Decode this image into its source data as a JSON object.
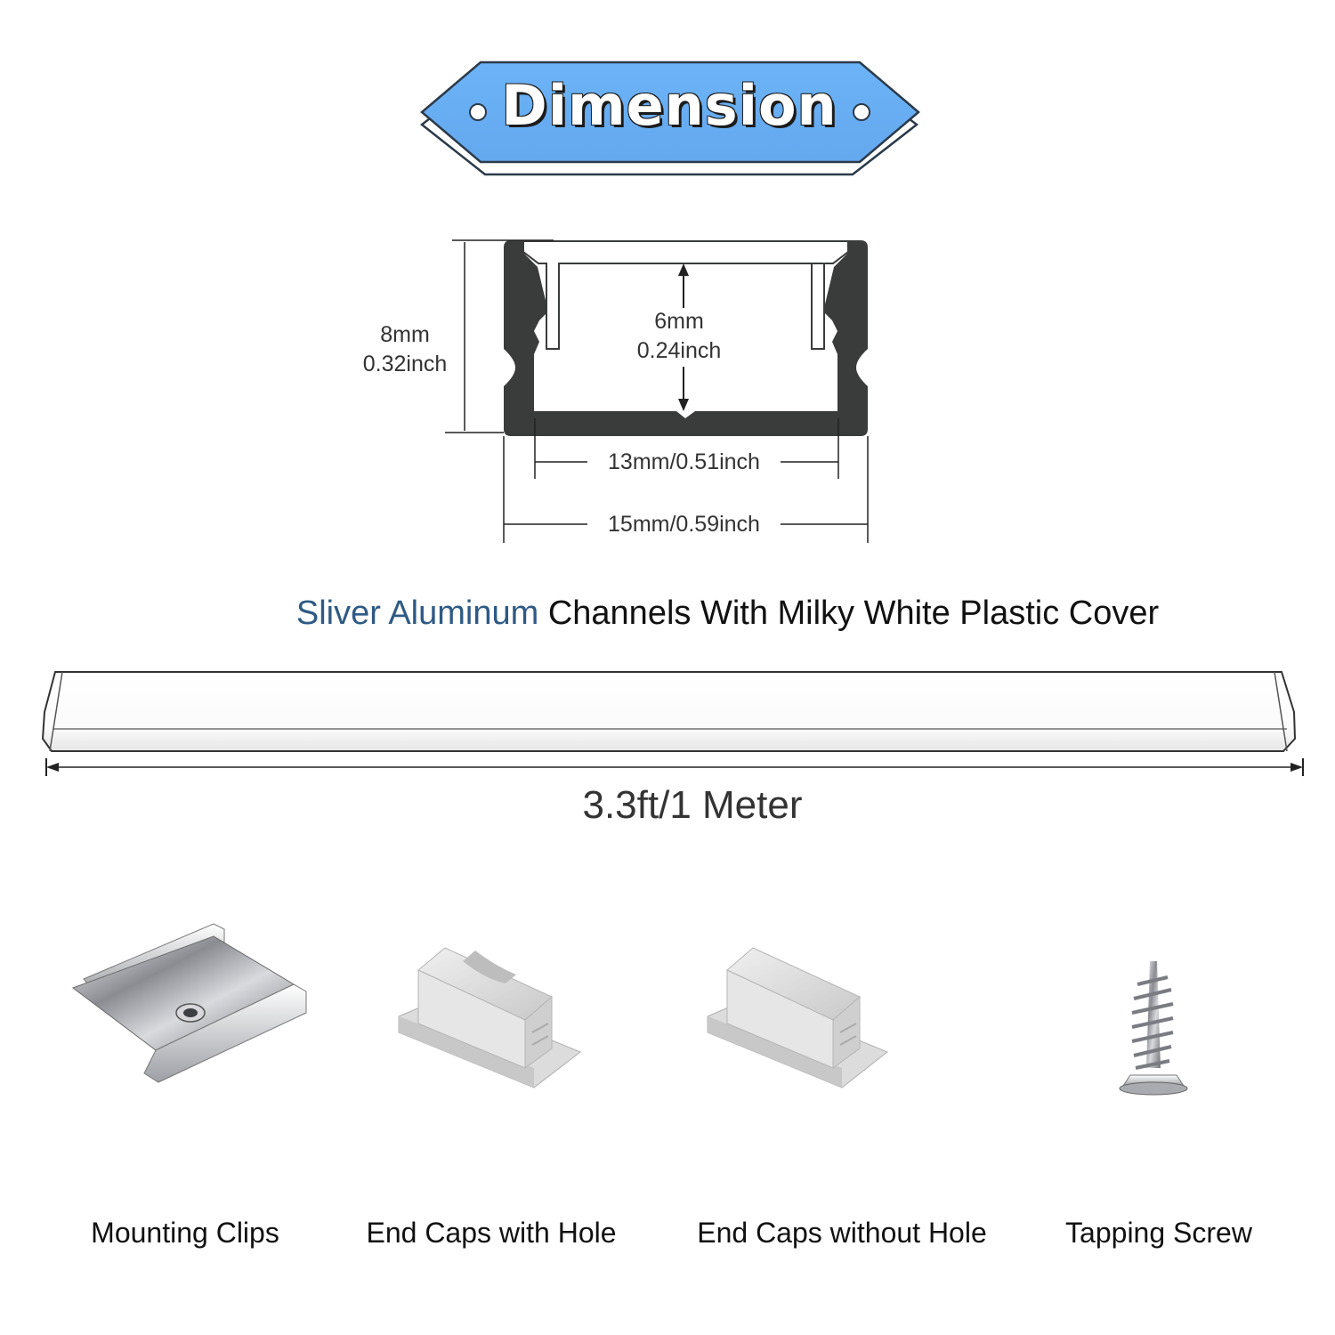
{
  "banner": {
    "title": "Dimension",
    "fill_color": "#6ab0f5",
    "outline_color": "#2b3a4a"
  },
  "profile": {
    "height_label_mm": "8mm",
    "height_label_in": "0.32inch",
    "inner_height_mm": "6mm",
    "inner_height_in": "0.24inch",
    "inner_width_label": "13mm/0.51inch",
    "outer_width_label": "15mm/0.59inch",
    "body_color": "#3a3b3b"
  },
  "caption": {
    "accent_text": "Sliver Aluminum",
    "rest_text": " Channels With Milky White Plastic Cover",
    "accent_color": "#2e5a84"
  },
  "channel": {
    "length_label": "3.3ft/1 Meter"
  },
  "accessories": [
    {
      "label": "Mounting Clips",
      "icon": "mounting-clip-icon"
    },
    {
      "label": "End Caps with Hole",
      "icon": "end-cap-with-hole-icon"
    },
    {
      "label": "End Caps without Hole",
      "icon": "end-cap-without-hole-icon"
    },
    {
      "label": "Tapping Screw",
      "icon": "tapping-screw-icon"
    }
  ]
}
